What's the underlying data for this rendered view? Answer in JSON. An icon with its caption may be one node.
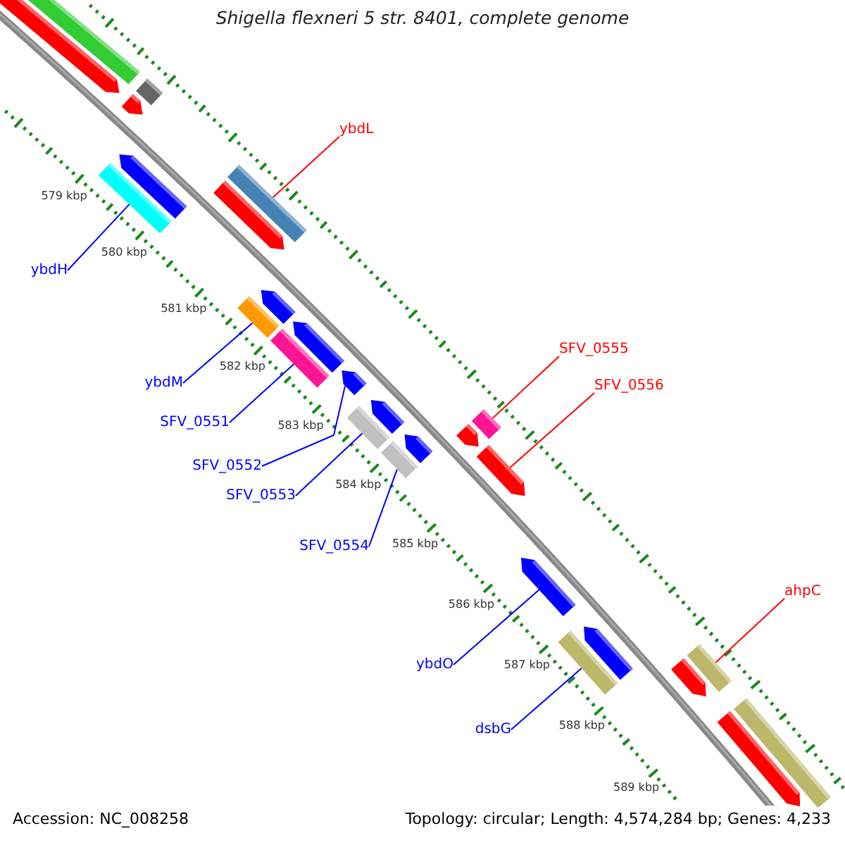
{
  "diagram": {
    "title": "Shigella flexneri 5 str. 8401, complete genome",
    "nodes": [
      {
        "text": [
          "ybdL"
        ]
      },
      {
        "text": [],
        "shape": "bar"
      },
      {
        "text": [
          "ybdH"
        ]
      },
      {
        "text": [],
        "shape": "bar"
      },
      {
        "text": [
          "SFV_0555"
        ]
      },
      {
        "text": [],
        "shape": "bar"
      },
      {
        "text": [
          "ybdM"
        ]
      },
      {
        "text": [],
        "shape": "bar"
      },
      {
        "text": [
          "SFV_0556"
        ]
      },
      {
        "text": [],
        "shape": "arrow"
      },
      {
        "text": [
          "SFV_0551"
        ]
      },
      {
        "text": [],
        "shape": "bar"
      },
      {
        "text": [
          "SFV_0552"
        ]
      },
      {
        "text": [],
        "shape": "arrow"
      },
      {
        "text": [
          "SFV_0553"
        ]
      },
      {
        "text": [],
        "shape": "bar"
      },
      {
        "text": [
          "SFV_0554"
        ]
      },
      {
        "text": [],
        "shape": "bar"
      },
      {
        "text": [
          "ahpC"
        ]
      },
      {
        "text": [],
        "shape": "bar"
      },
      {
        "text": [
          "ybdO"
        ]
      },
      {
        "text": [],
        "shape": "arrow"
      },
      {
        "text": [
          "dsbG"
        ]
      },
      {
        "text": [],
        "shape": "bar"
      }
    ],
    "edges": [
      {
        "from": 0,
        "to": 1,
        "arrow": "none",
        "color": "#ff0000"
      },
      {
        "from": 2,
        "to": 3,
        "arrow": "none"
      },
      {
        "from": 4,
        "to": 5,
        "arrow": "none",
        "color": "#ff0000"
      },
      {
        "from": 6,
        "to": 7,
        "arrow": "none"
      },
      {
        "from": 8,
        "to": 9,
        "arrow": "none",
        "color": "#ff0000"
      },
      {
        "from": 10,
        "to": 11,
        "arrow": "none"
      },
      {
        "from": 12,
        "to": 13,
        "arrow": "none"
      },
      {
        "from": 14,
        "to": 15,
        "arrow": "none"
      },
      {
        "from": 16,
        "to": 17,
        "arrow": "none"
      },
      {
        "from": 18,
        "to": 19,
        "arrow": "none",
        "color": "#ff0000"
      },
      {
        "from": 20,
        "to": 21,
        "arrow": "none"
      },
      {
        "from": 22,
        "to": 23,
        "arrow": "none"
      }
    ],
    "labels": [
      "579 kbp",
      "580 kbp",
      "581 kbp",
      "582 kbp",
      "583 kbp",
      "584 kbp",
      "585 kbp",
      "586 kbp",
      "587 kbp",
      "588 kbp",
      "589 kbp",
      "Accession: NC_008258",
      "Topology: circular; Length: 4,574,284 bp; Genes: 4,233"
    ]
  }
}
